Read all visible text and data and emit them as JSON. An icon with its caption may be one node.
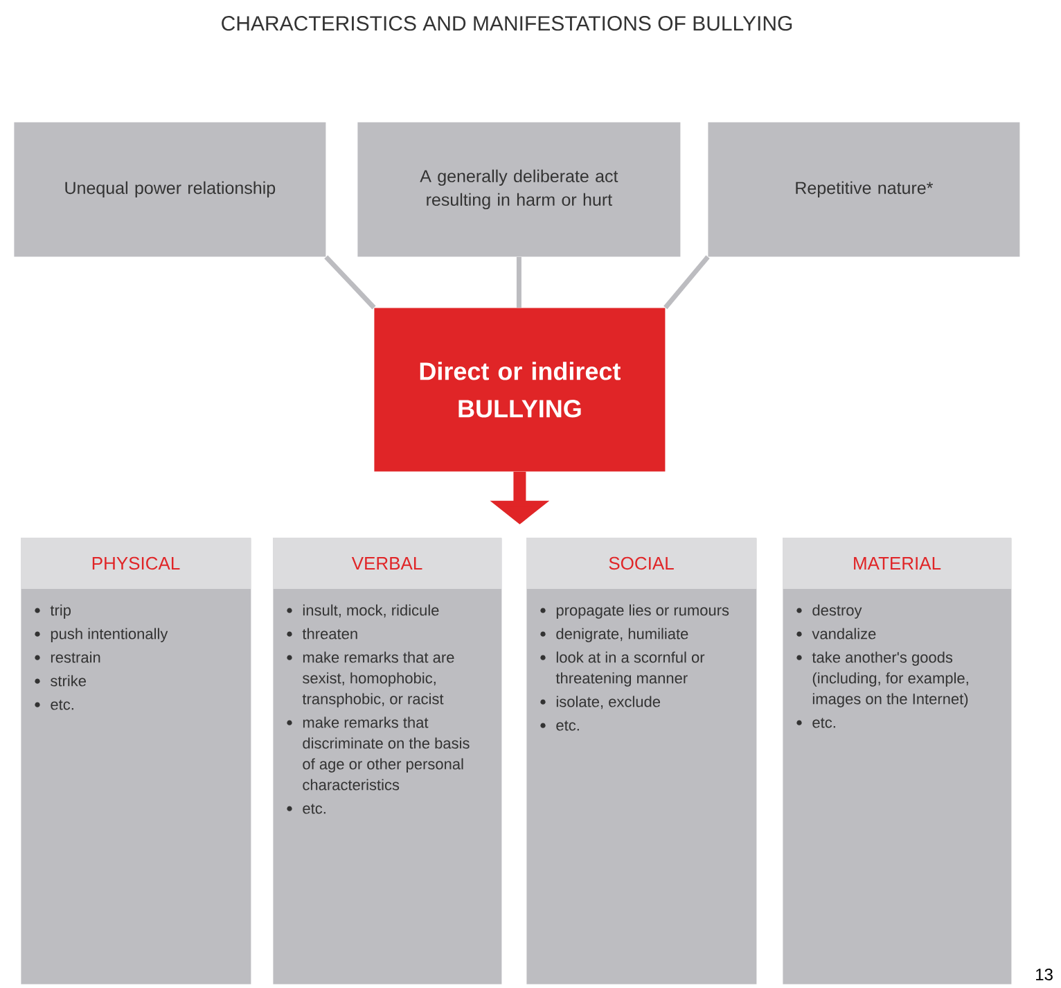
{
  "diagram": {
    "title": "CHARACTERISTICS AND MANIFESTATIONS OF BULLYING",
    "nodes": [
      {
        "text": [
          "Unequal power relationship"
        ]
      },
      {
        "text": [
          "A generally deliberate act resulting in harm or hurt"
        ]
      },
      {
        "text": [
          "Repetitive nature*"
        ]
      },
      {
        "text": [
          "Direct or indirect BULLYING"
        ]
      },
      {
        "text": [
          "PHYSICAL",
          "trip",
          "push intentionally",
          "restrain",
          "strike",
          "etc."
        ]
      },
      {
        "text": [
          "VERBAL",
          "insult, mock, ridicule",
          "threaten",
          "make remarks that are sexist, homophobic, transphobic, or racist",
          "make remarks that discriminate on the basis of age or other personal characteristics",
          "etc."
        ]
      },
      {
        "text": [
          "SOCIAL",
          "propagate lies or rumours",
          "denigrate, humiliate",
          "look at in a scornful or threatening manner",
          "isolate, exclude",
          "etc."
        ]
      },
      {
        "text": [
          "MATERIAL",
          "destroy",
          "vandalize",
          "take another's goods (including, for example, images on the Internet)",
          "etc."
        ]
      }
    ],
    "edges": [
      {
        "from": 0,
        "to": 3,
        "arrow": "none"
      },
      {
        "from": 1,
        "to": 3,
        "arrow": "none"
      },
      {
        "from": 2,
        "to": 3,
        "arrow": "none"
      },
      {
        "from": 3,
        "to": null,
        "arrow": "to",
        "style": "thick",
        "color": "#e02527"
      }
    ],
    "labels": [
      "13"
    ]
  }
}
